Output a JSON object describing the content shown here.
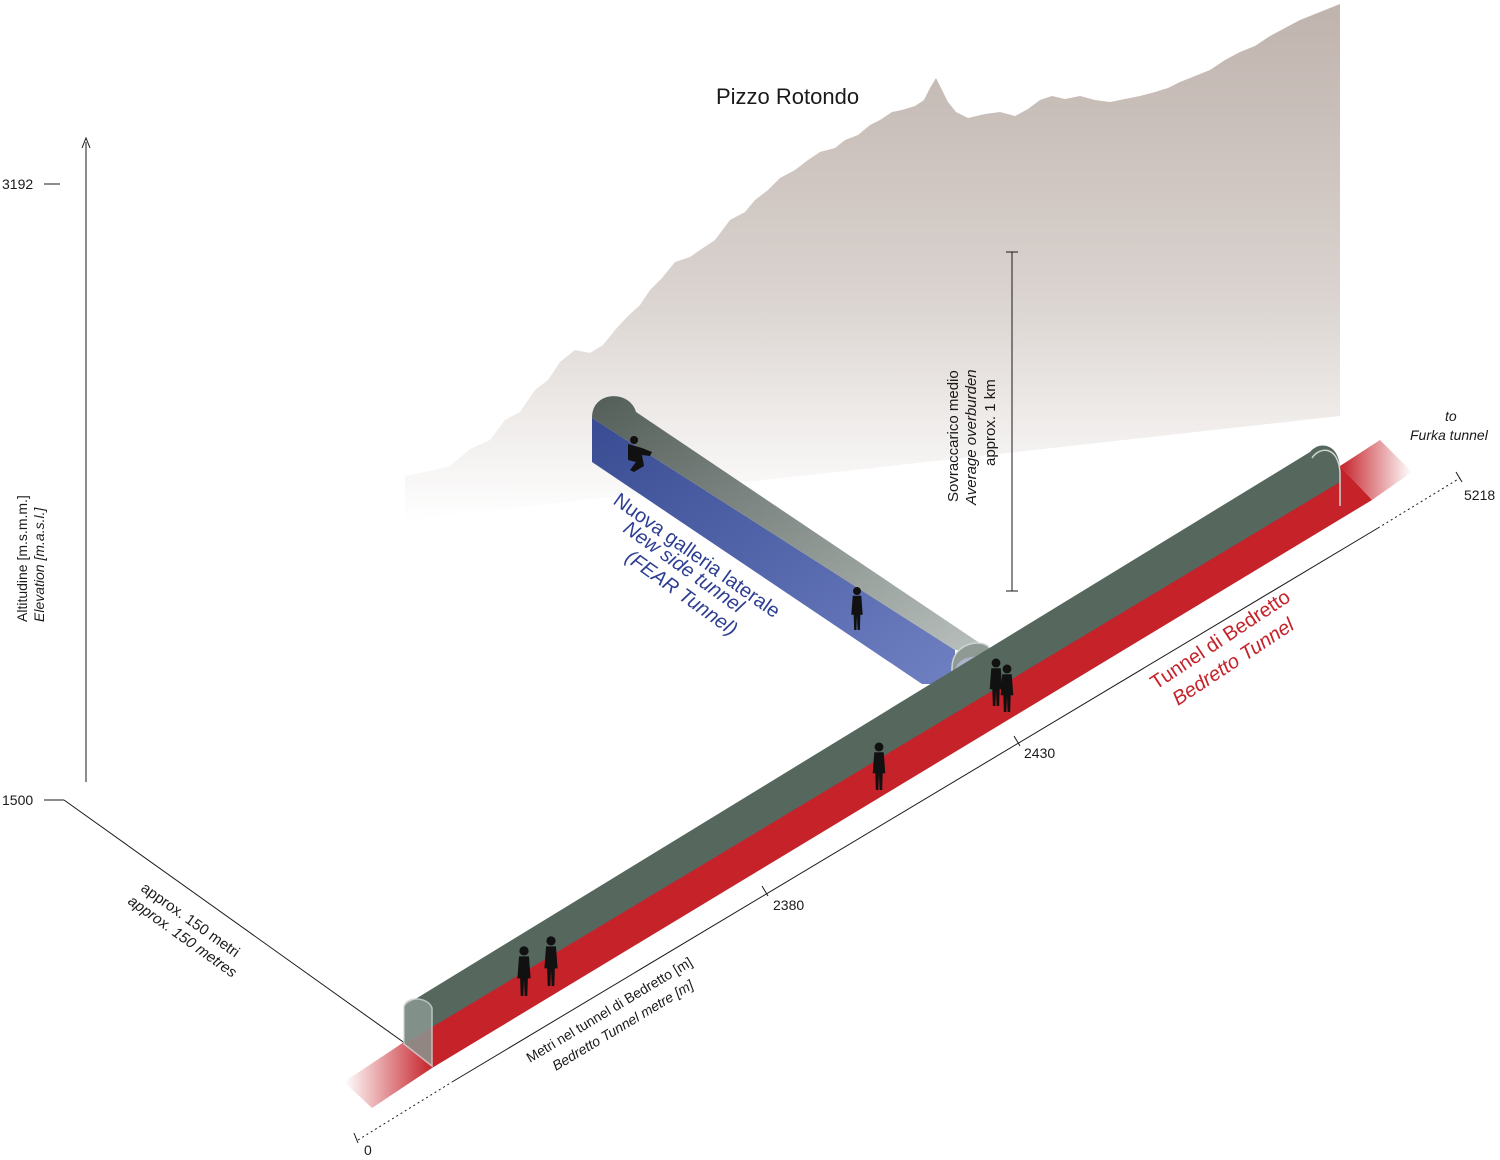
{
  "mountain": {
    "name": "Pizzo Rotondo"
  },
  "elevation_axis": {
    "label_it": "Altitudine [m.s.m.m.]",
    "label_en": "Elevation [m.a.s.l.]",
    "tick_top": "3192",
    "tick_bottom": "1500"
  },
  "depth_axis": {
    "label_it": "approx. 150 metri",
    "label_en": "approx. 150 metres"
  },
  "overburden": {
    "line1": "Sovraccarico medio",
    "line2": "Average overburden",
    "line3": "approx. 1 km"
  },
  "side_tunnel": {
    "line1": "Nuova galleria laterale",
    "line2": "New side tunnel",
    "line3": "(FEAR Tunnel)"
  },
  "main_tunnel": {
    "line1": "Tunnel di Bedretto",
    "line2": "Bedretto Tunnel"
  },
  "furka": {
    "line1": "to",
    "line2": "Furka tunnel"
  },
  "length_axis": {
    "label_it": "Metri nel tunnel di Bedretto [m]",
    "label_en": "Bedretto Tunnel metre [m]",
    "tick_start": "0",
    "tick_2380": "2380",
    "tick_2430": "2430",
    "tick_end": "5218"
  },
  "colors": {
    "mountain": "#bfb3ad",
    "main_tunnel_shell": "#56675e",
    "main_tunnel_floor": "#c5222a",
    "side_tunnel_wall": "#4a5da8",
    "side_tunnel_shell": "#8f9a95",
    "figure": "#111111"
  }
}
